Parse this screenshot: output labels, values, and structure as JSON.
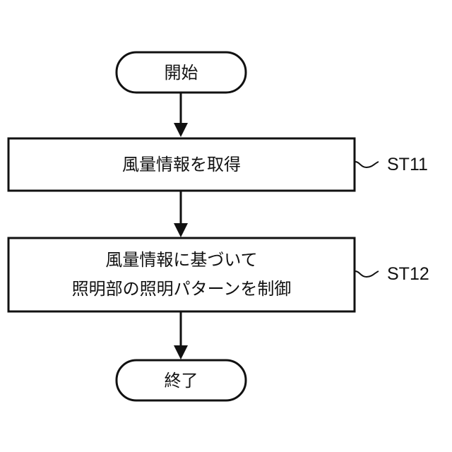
{
  "flowchart": {
    "start": {
      "label": "開始"
    },
    "step1": {
      "label": "風量情報を取得",
      "ref": "ST11"
    },
    "step2": {
      "line1": "風量情報に基づいて",
      "line2": "照明部の照明パターンを制御",
      "ref": "ST12"
    },
    "end": {
      "label": "終了"
    }
  }
}
